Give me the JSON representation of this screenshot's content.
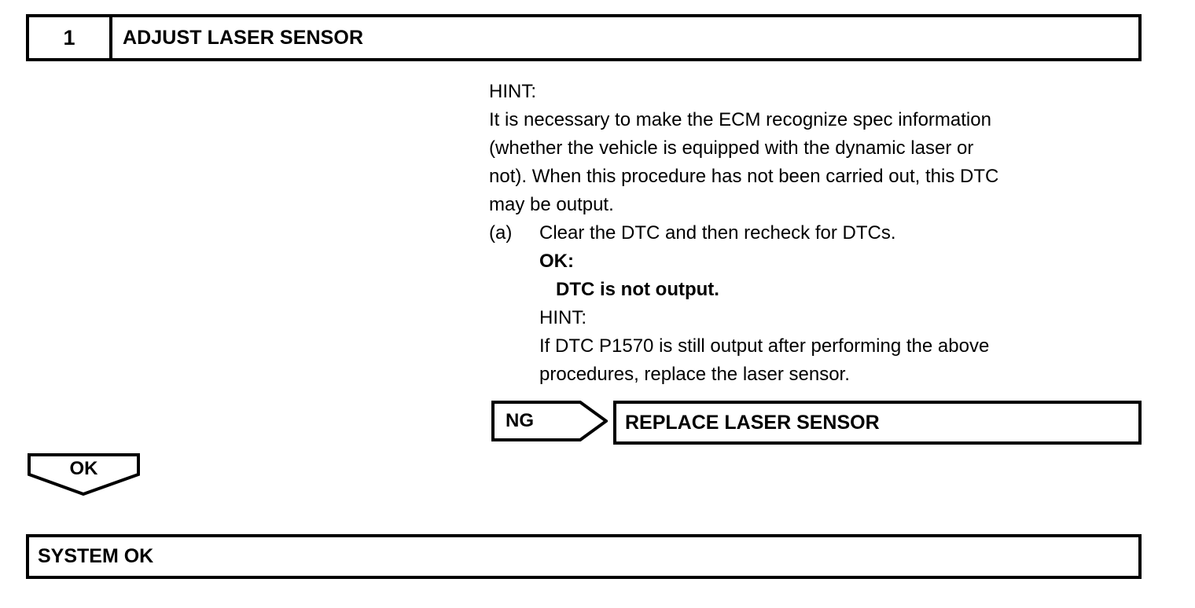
{
  "step": {
    "number": "1",
    "title": "ADJUST LASER SENSOR"
  },
  "body": {
    "hint_label_1": "HINT:",
    "hint_lines_1": [
      "It is necessary to make the ECM recognize spec information",
      "(whether the vehicle is equipped with the dynamic laser or",
      "not). When this procedure has not been carried out, this DTC",
      "may be output."
    ],
    "item": {
      "marker": "(a)",
      "text": "Clear the DTC and then recheck for DTCs."
    },
    "ok_label": "OK:",
    "ok_criteria": "DTC is not output.",
    "hint_label_2": "HINT:",
    "hint_lines_2": [
      "If DTC P1570 is still output after performing the above",
      "procedures, replace the laser sensor."
    ]
  },
  "branches": {
    "ng": {
      "label": "NG",
      "target": "REPLACE LASER SENSOR"
    },
    "ok": {
      "label": "OK",
      "target": "SYSTEM OK"
    }
  },
  "colors": {
    "ink": "#000000",
    "paper": "#ffffff"
  }
}
